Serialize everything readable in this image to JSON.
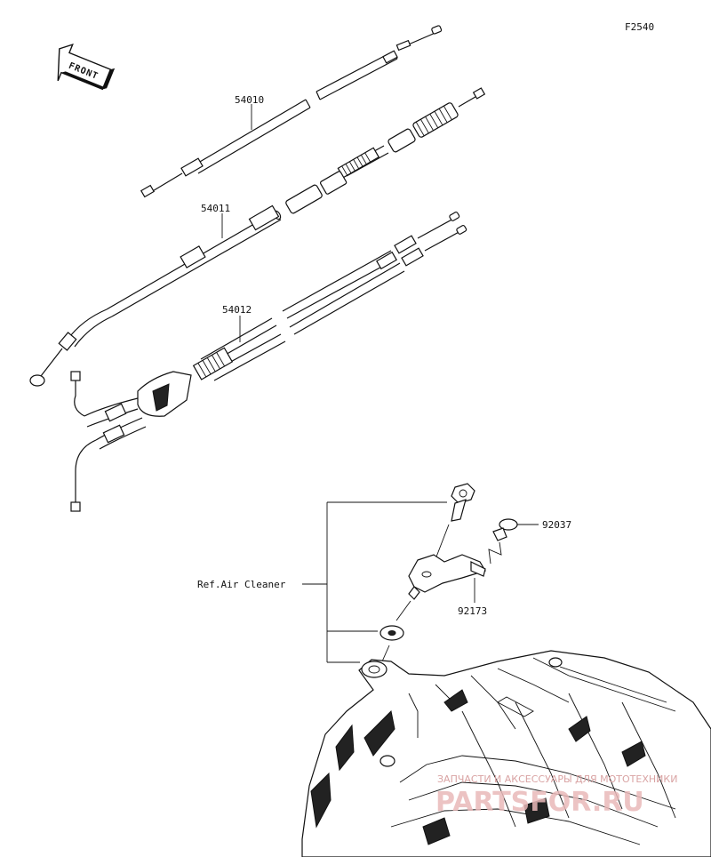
{
  "figure": {
    "code": "F2540",
    "front_arrow_label": "FRONT"
  },
  "callouts": {
    "cable_throttle_upper": "54010",
    "cable_choke": "54011",
    "cable_throttle_assy": "54012",
    "clamp": "92037",
    "bracket": "92173",
    "ref_air_cleaner": "Ref.Air Cleaner"
  },
  "watermark": {
    "tagline": "ЗАПЧАСТИ И АКСЕССУАРЫ ДЛЯ МОТОТЕХНИКИ",
    "brand": "PARTSFOR.RU"
  }
}
